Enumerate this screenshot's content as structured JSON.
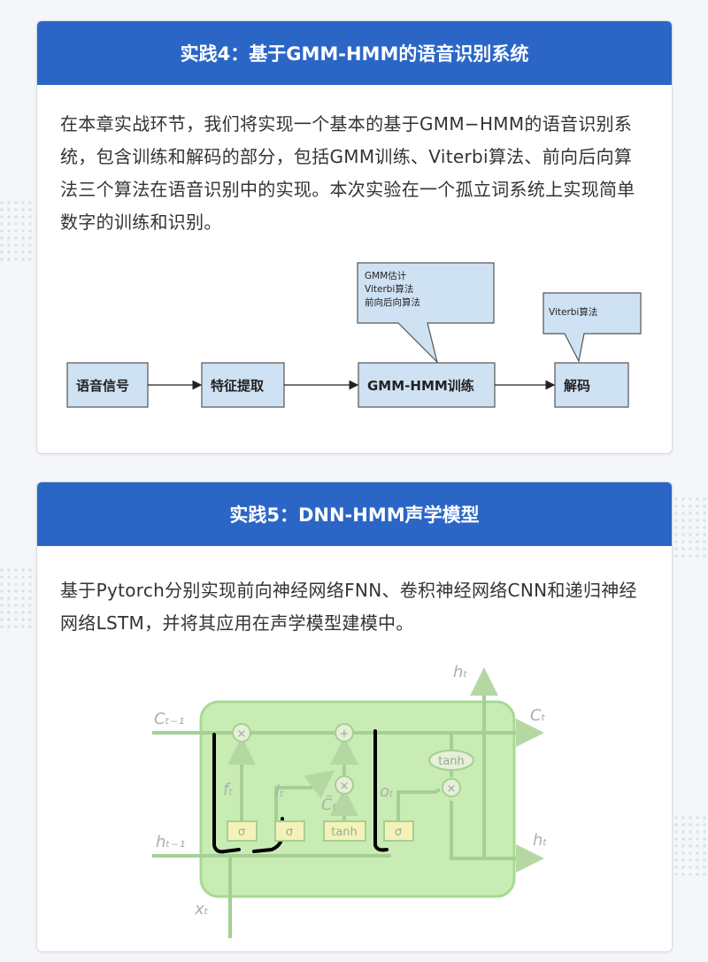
{
  "practice4": {
    "title": "实践4：基于GMM-HMM的语音识别系统",
    "description": "在本章实战环节，我们将实现一个基本的基于GMM−HMM的语音识别系统，包含训练和解码的部分，包括GMM训练、Viterbi算法、前向后向算法三个算法在语音识别中的实现。本次实验在一个孤立词系统上实现简单数字的训练和识别。",
    "diagram": {
      "boxes": [
        "语音信号",
        "特征提取",
        "GMM-HMM训练",
        "解码"
      ],
      "callout_training": [
        "GMM估计",
        "Viterbi算法",
        "前向后向算法"
      ],
      "callout_decode": "Viterbi算法"
    }
  },
  "practice5": {
    "title": "实践5：DNN-HMM声学模型",
    "description": "基于Pytorch分别实现前向神经网络FNN、卷积神经网络CNN和递归神经网络LSTM，并将其应用在声学模型建模中。",
    "lstm": {
      "labels": {
        "c_prev": "Cₜ₋₁",
        "c_next": "Cₜ",
        "h_prev": "hₜ₋₁",
        "h_next": "hₜ",
        "h_top": "hₜ",
        "x": "xₜ",
        "f": "fₜ",
        "i": "iₜ",
        "c_tilde": "C̃ₜ",
        "o": "oₜ"
      },
      "ops": {
        "mult": "×",
        "add": "+"
      },
      "gates": [
        "σ",
        "σ",
        "tanh",
        "σ"
      ],
      "tanh_op": "tanh"
    }
  },
  "colors": {
    "header": "#2b66c7",
    "diagram_box": "#cfe2f3",
    "lstm_green": "#8fd16f"
  }
}
